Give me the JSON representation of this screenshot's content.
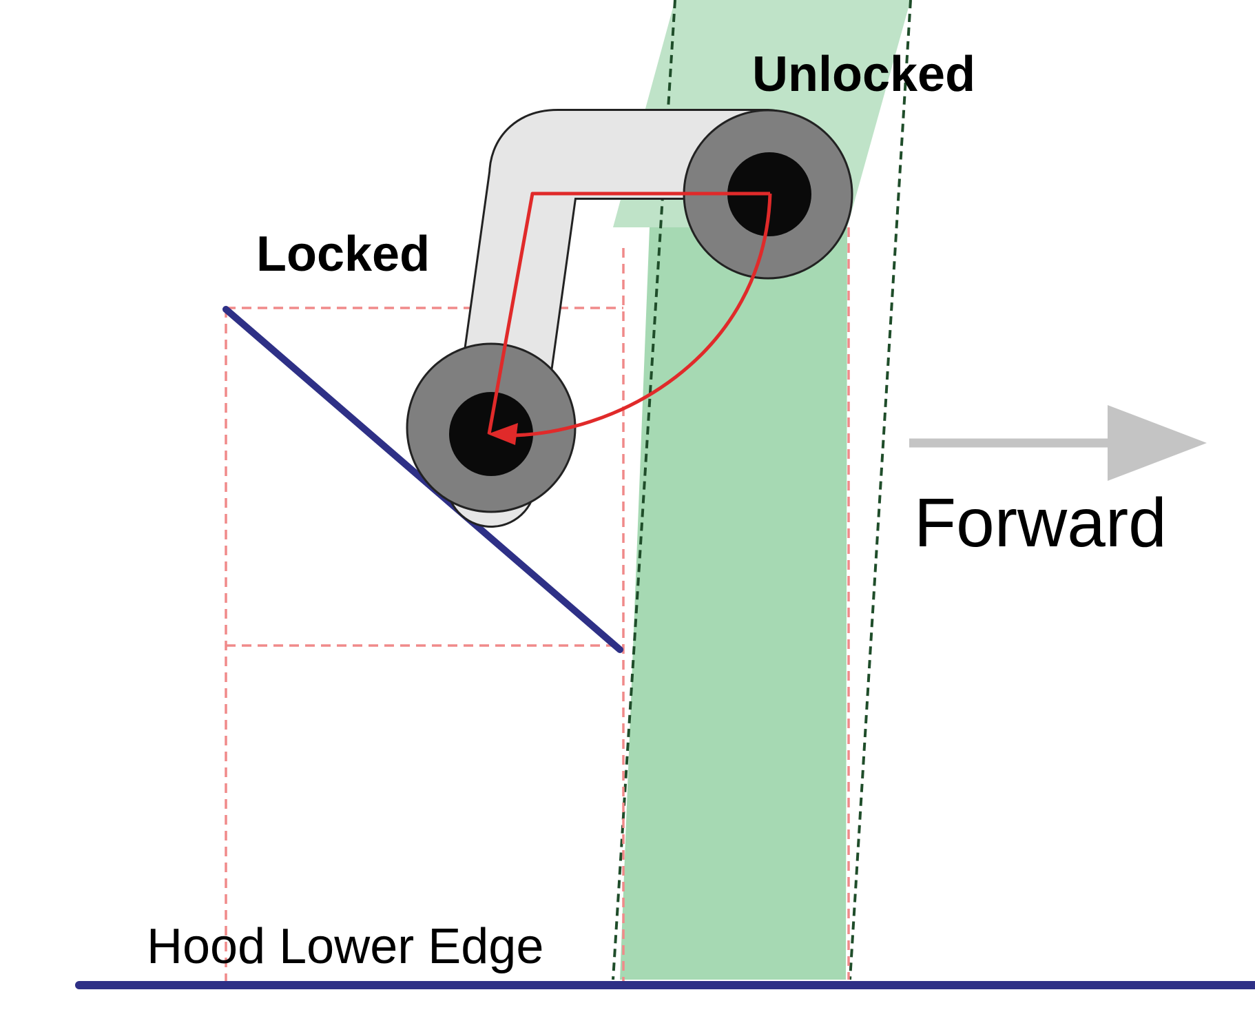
{
  "labels": {
    "unlocked": "Unlocked",
    "locked": "Locked",
    "forward": "Forward",
    "hood_lower_edge": "Hood Lower Edge"
  },
  "colors": {
    "background": "#ffffff",
    "green_band_light": "#bfe3c8",
    "green_band_dark": "#a6d9b3",
    "band_border": "#1f4d2a",
    "ground_line": "#2e3086",
    "ramp_line": "#2e3086",
    "guide_dashes": "#f08a8a",
    "arm_fill": "#e6e6e6",
    "arm_stroke": "#222222",
    "wheel_outer": "#7f7f7f",
    "wheel_inner": "#0a0a0a",
    "motion_path": "#e02a2a",
    "forward_arrow": "#c4c4c4"
  },
  "icons": {
    "forward_arrow": "arrow-right-icon",
    "rotation_arrow": "curved-arrow-icon"
  }
}
